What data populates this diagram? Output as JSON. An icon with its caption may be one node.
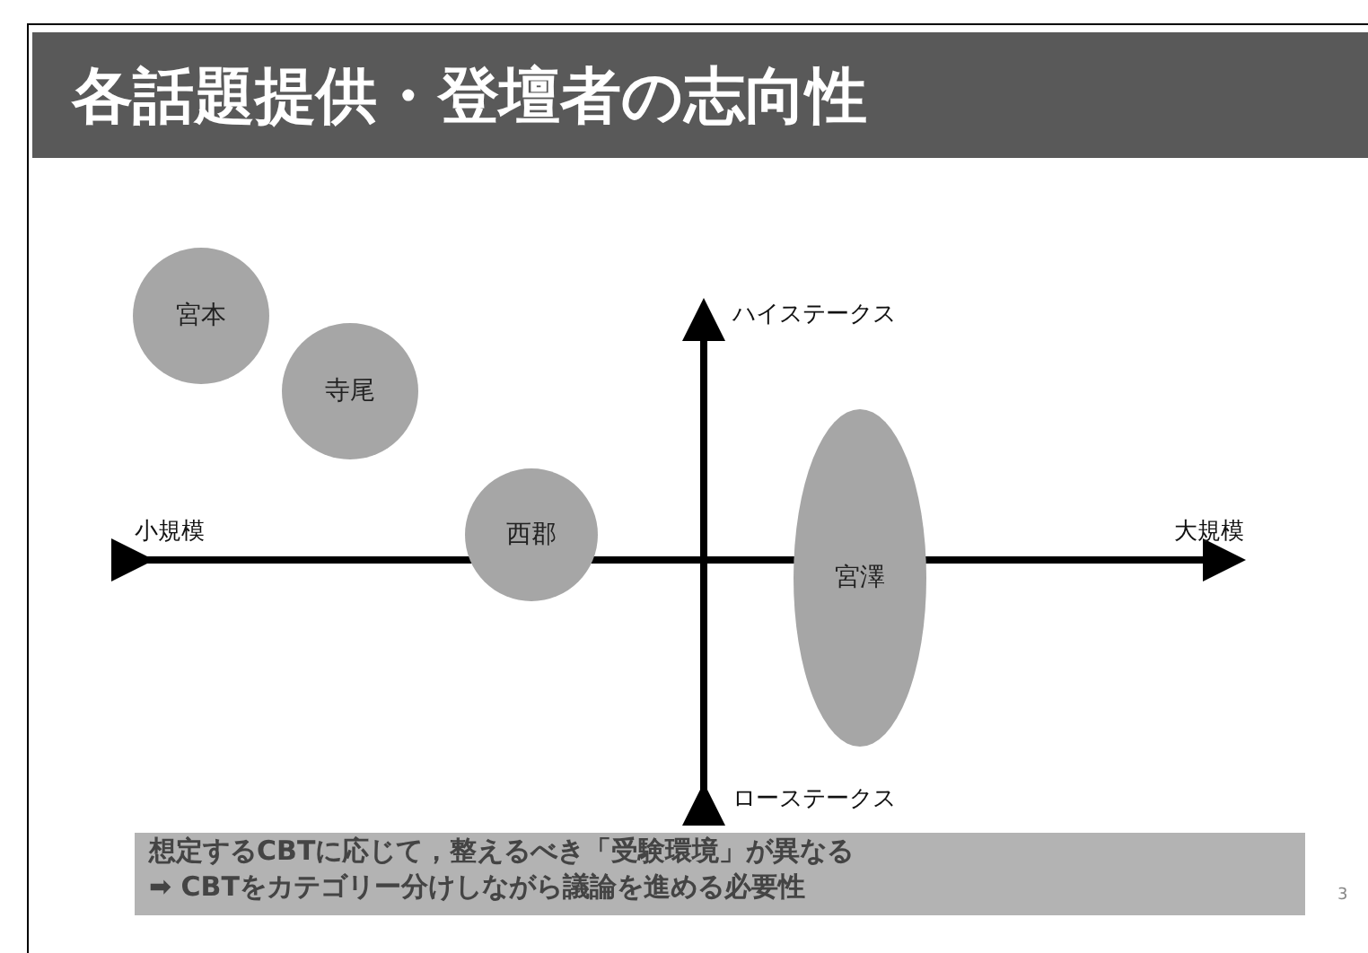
{
  "diagram": {
    "title": "各話題提供・登壇者の志向性",
    "nodes": [
      {
        "text": [
          "宮本"
        ]
      },
      {
        "text": [
          "寺尾"
        ]
      },
      {
        "text": [
          "西郡"
        ]
      },
      {
        "text": [
          "宮澤"
        ]
      },
      {
        "text": [
          "想定するCBTに応じて，整えるべき「受験環境」が異なる",
          "➡ CBTをカテゴリー分けしながら議論を進める必要性"
        ]
      }
    ],
    "edges": [],
    "labels": [
      "ハイステークス",
      "小規模",
      "大規模",
      "ローステークス",
      "3"
    ]
  }
}
